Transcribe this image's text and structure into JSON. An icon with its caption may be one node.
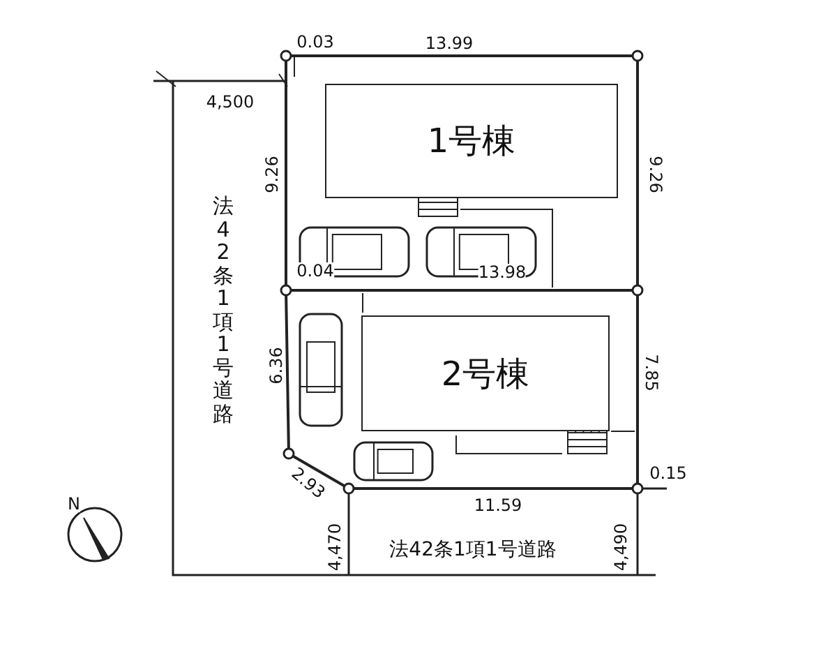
{
  "diagram": {
    "nodes": [
      {
        "text": [
          "1号棟"
        ]
      },
      {
        "text": [
          "2号棟"
        ]
      }
    ],
    "labels": [
      "0.03",
      "13.99",
      "4,500",
      "9.26",
      "9.26",
      "法42条1項1号道路",
      "0.04",
      "13.98",
      "6.36",
      "7.85",
      "0.15",
      "2.93",
      "11.59",
      "4,470",
      "法42条1項1号道路",
      "4,490",
      "N"
    ]
  }
}
